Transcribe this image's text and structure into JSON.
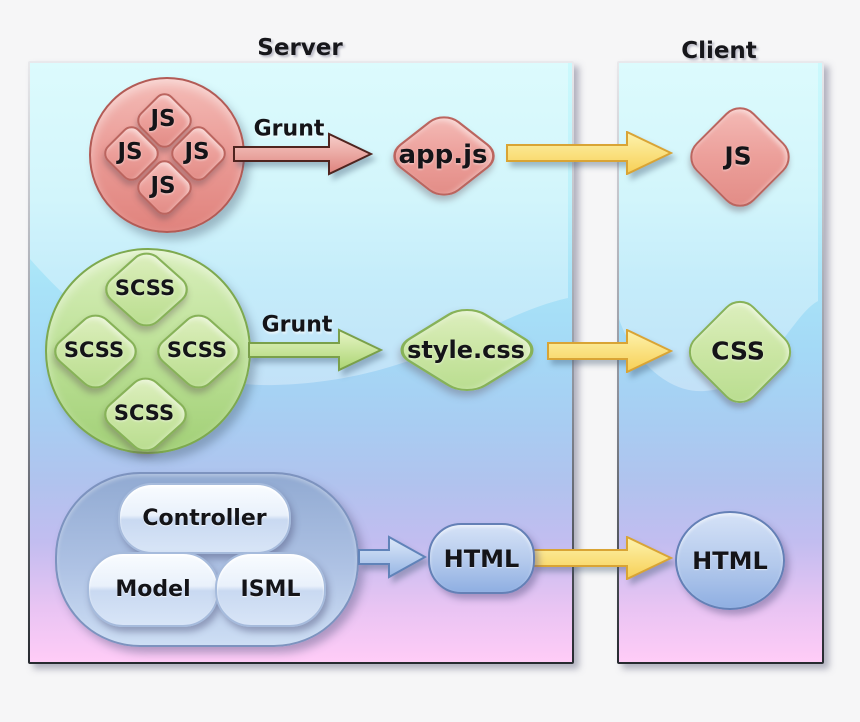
{
  "diagram": {
    "server_title": "Server",
    "client_title": "Client",
    "rows": {
      "js": {
        "sources": [
          "JS",
          "JS",
          "JS",
          "JS"
        ],
        "process": "Grunt",
        "output": "app.js",
        "client_artifact": "JS"
      },
      "scss": {
        "sources": [
          "SCSS",
          "SCSS",
          "SCSS",
          "SCSS"
        ],
        "process": "Grunt",
        "output": "style.css",
        "client_artifact": "CSS"
      },
      "mvc": {
        "components": [
          "Controller",
          "Model",
          "ISML"
        ],
        "output": "HTML",
        "client_artifact": "HTML"
      }
    },
    "colors": {
      "js_red": "#e0837d",
      "scss_green": "#a2d077",
      "html_blue": "#8fafe2",
      "transfer_yellow": "#f7cf55",
      "panel_top_cyan": "#cbf9fc",
      "panel_bottom_pink": "#ffccf7"
    }
  }
}
